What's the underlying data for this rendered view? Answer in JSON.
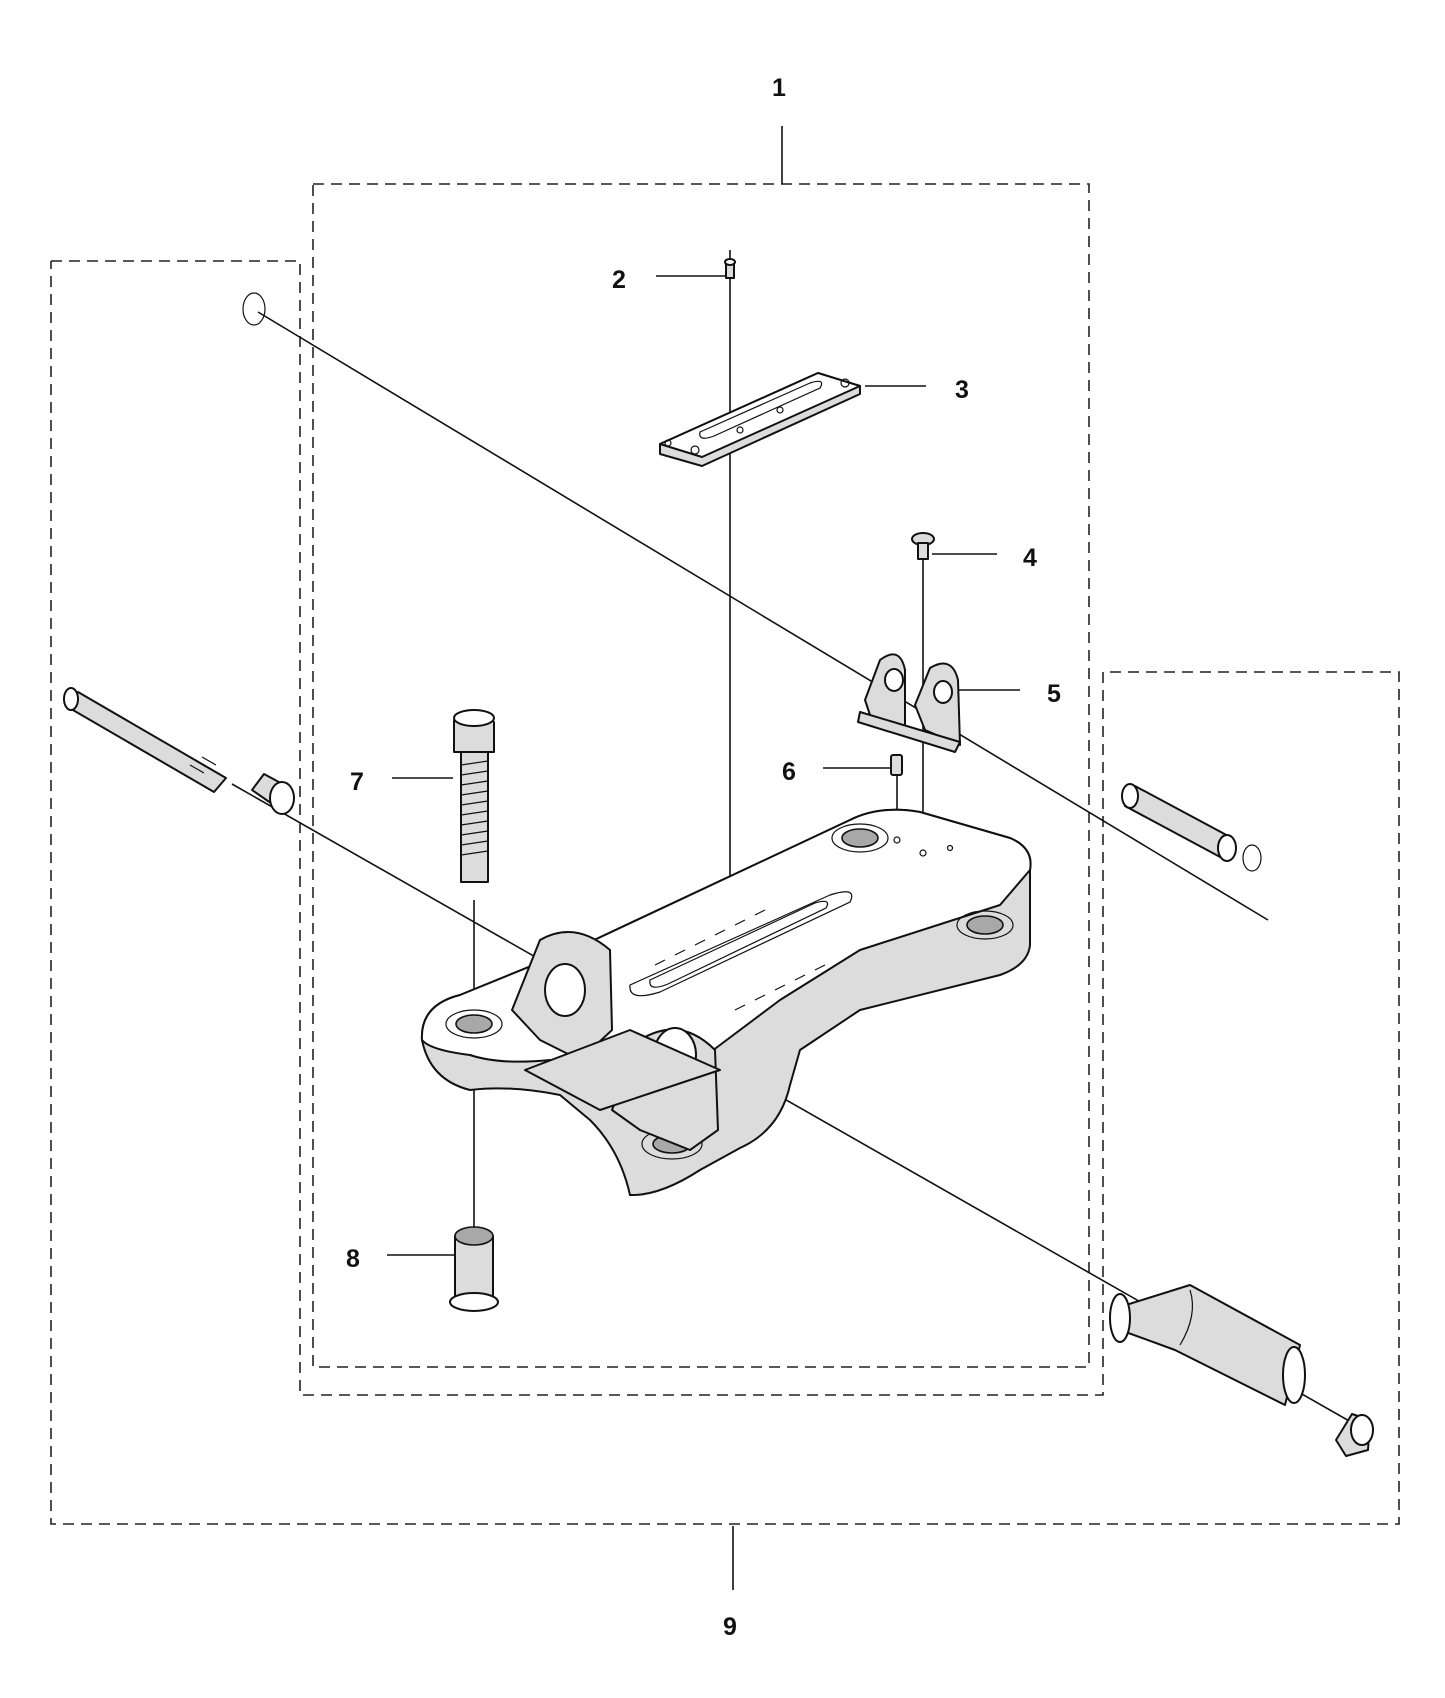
{
  "callouts": [
    {
      "id": "1",
      "label": "1"
    },
    {
      "id": "2",
      "label": "2"
    },
    {
      "id": "3",
      "label": "3"
    },
    {
      "id": "4",
      "label": "4"
    },
    {
      "id": "5",
      "label": "5"
    },
    {
      "id": "6",
      "label": "6"
    },
    {
      "id": "7",
      "label": "7"
    },
    {
      "id": "8",
      "label": "8"
    },
    {
      "id": "9",
      "label": "9"
    }
  ],
  "colors": {
    "line": "#111111",
    "part_fill": "#dcdcdc",
    "background": "#ffffff"
  }
}
